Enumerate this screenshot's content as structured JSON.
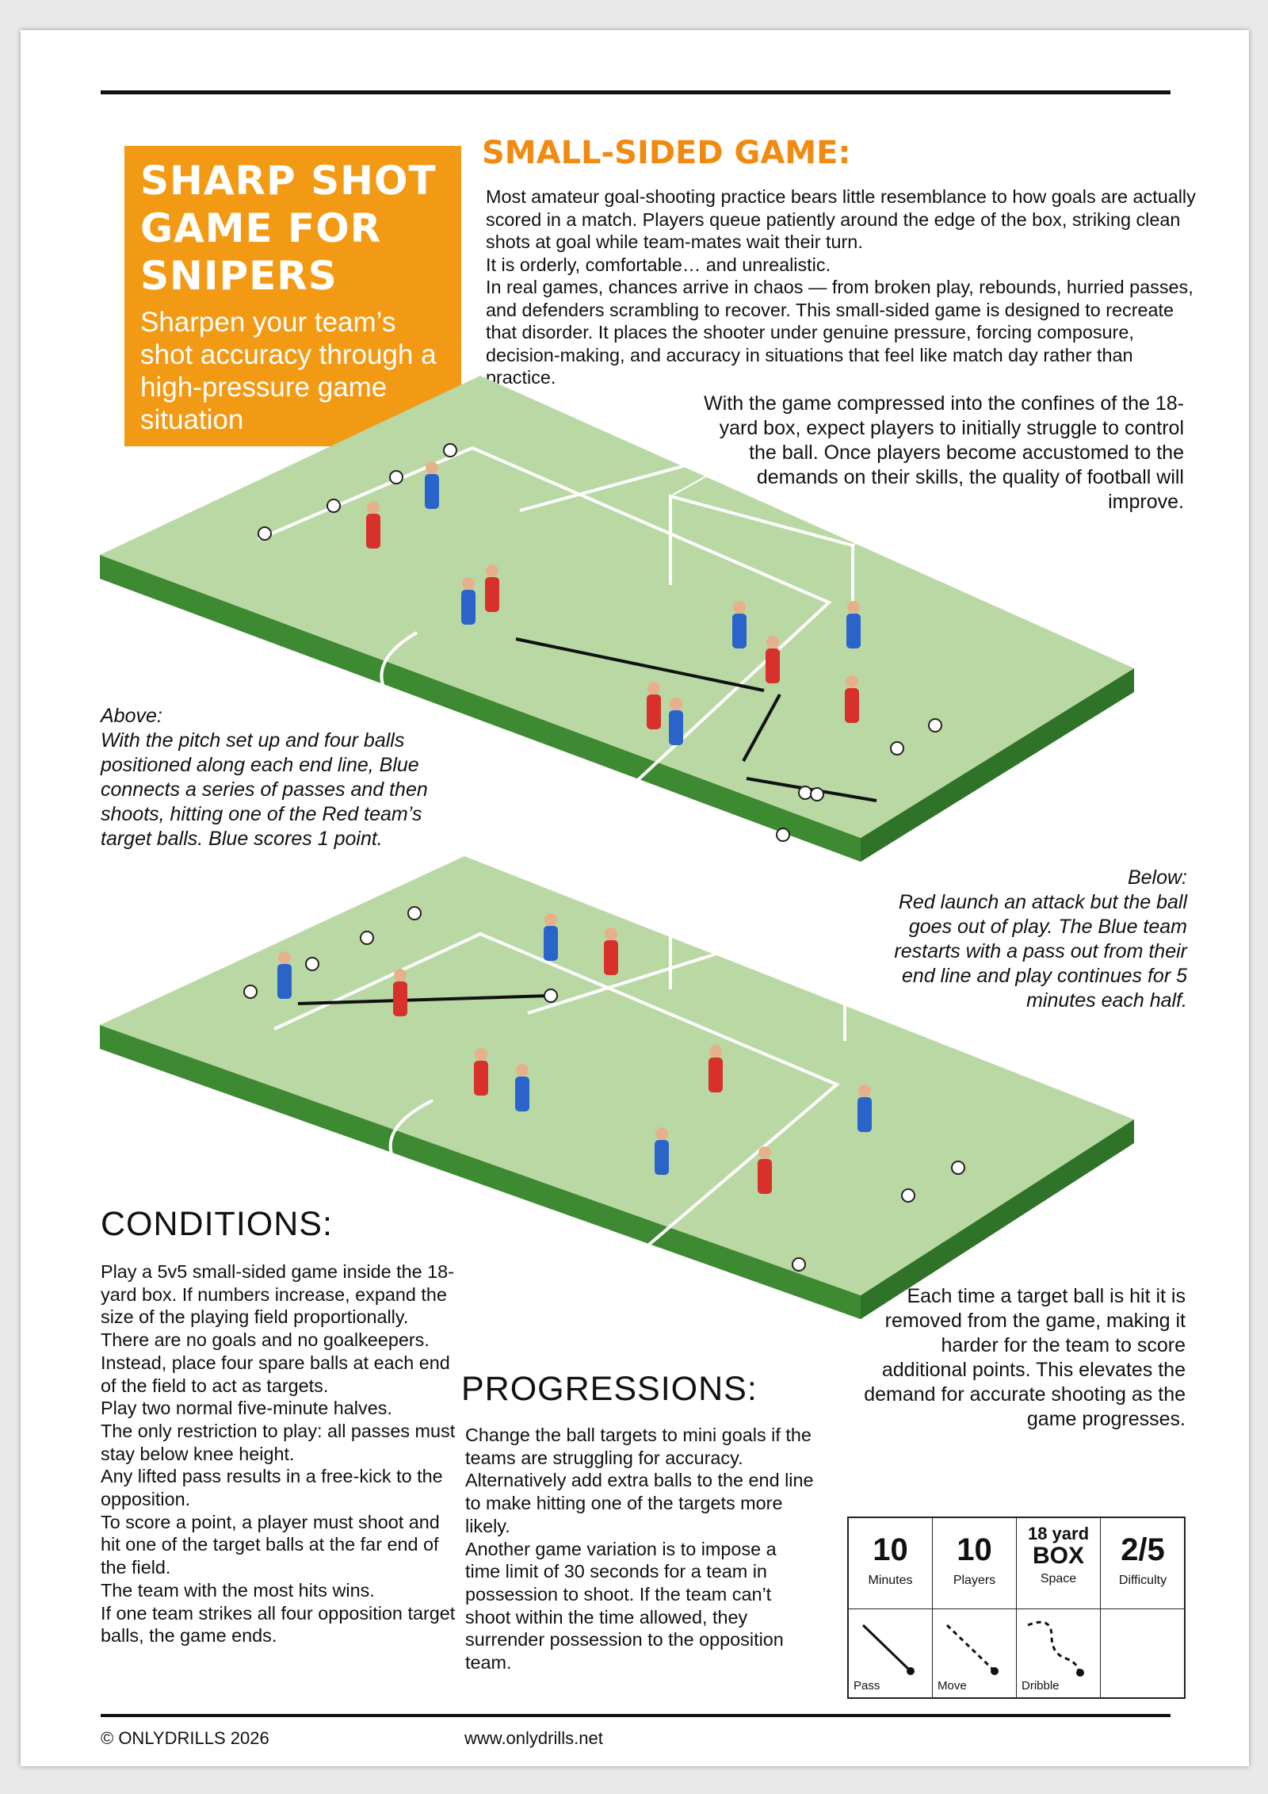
{
  "header": {
    "title": "SHARP SHOT GAME FOR SNIPERS",
    "subtitle": "Sharpen your team’s shot accuracy through a high-pressure game situation"
  },
  "intro": {
    "heading": "SMALL-SIDED GAME:",
    "paragraphs": [
      "Most amateur goal-shooting practice bears little resemblance to how goals are actually scored in a match. Players queue patiently around the edge of the box, striking clean shots at goal while team-mates wait their turn.",
      "It is orderly, comfortable… and unrealistic.",
      "In real games, chances arrive in chaos — from broken play, rebounds, hurried passes, and defenders scrambling to recover. This small-sided game is designed to recreate that disorder. It places the shooter under genuine pressure, forcing composure, decision-making, and accuracy in situations that feel like match day rather than practice."
    ]
  },
  "callouts": {
    "compressed": "With the game compressed into the confines of the 18-yard box, expect players to initially struggle to control the ball. Once players become accustomed to the demands on their skills, the quality of football will improve.",
    "target_removed": "Each time a target ball is hit it is removed from the game, making it harder for the team to score additional points. This elevates the demand for accurate shooting as the game progresses."
  },
  "captions": {
    "above_label": "Above:",
    "above_text": "With the pitch set up and four balls positioned along each end line, Blue connects a series of passes and then shoots, hitting one of the Red team’s target balls. Blue scores 1 point.",
    "below_label": "Below:",
    "below_text": "Red launch an attack but the ball goes out of play. The Blue team restarts with a pass out from their end line and play continues for 5 minutes each half."
  },
  "conditions": {
    "heading": "CONDITIONS:",
    "items": [
      "Play a 5v5 small-sided game inside the 18-yard box. If numbers increase, expand the size of the playing field proportionally.",
      "There are no goals and no goalkeepers. Instead, place four spare balls at each end of the field to act as targets.",
      "Play two normal  five-minute halves.",
      "The only restriction to play: all passes must stay below knee height.",
      "Any lifted pass results in a free-kick to the opposition.",
      "To score a point, a player must shoot and hit one of the target balls at the far end of the field.",
      "The team with the most hits wins.",
      "If one team strikes all four opposition target balls, the game ends."
    ]
  },
  "progressions": {
    "heading": "PROGRESSIONS:",
    "items": [
      "Change the ball targets to mini goals if the teams are struggling for accuracy.",
      "Alternatively add extra balls to the end line to make hitting one of the targets more likely.",
      "Another game variation is to impose a time limit of 30 seconds for a team in possession to shoot. If the team can’t shoot within the time allowed, they surrender possession to the opposition team."
    ]
  },
  "info_box": {
    "stats": [
      {
        "value": "10",
        "label": "Minutes"
      },
      {
        "value": "10",
        "label": "Players"
      },
      {
        "value_top": "18 yard",
        "value": "BOX",
        "label": "Space"
      },
      {
        "value": "2/5",
        "label": "Difficulty"
      }
    ],
    "legend": [
      "Pass",
      "Move",
      "Dribble"
    ]
  },
  "footer": {
    "copyright": "© ONLYDRILLS 2026",
    "website": "www.onlydrills.net"
  },
  "colors": {
    "accent": "#f39a14",
    "heading_orange": "#f08a10",
    "pitch": "#b9d8a3",
    "pitch_edge": "#3e8a33",
    "team_blue": "#2a63c9",
    "team_red": "#d8312b"
  }
}
